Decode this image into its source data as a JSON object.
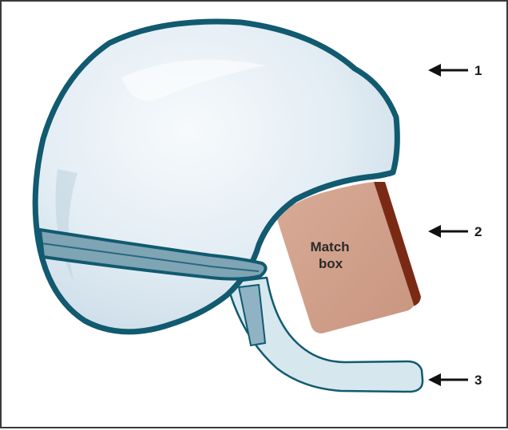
{
  "matchbox": {
    "line1": "Match",
    "line2": "box"
  },
  "callouts": [
    {
      "label": "1"
    },
    {
      "label": "2"
    },
    {
      "label": "3"
    }
  ],
  "colors": {
    "outline": "#115a70",
    "helmet_fill": "#dde9f1",
    "band": "#7fa4b4",
    "chin_strap": "#d6e7ee",
    "matchbox_face": "#d3a38d",
    "matchbox_edge": "#7a2a14",
    "arrow": "#111111"
  }
}
